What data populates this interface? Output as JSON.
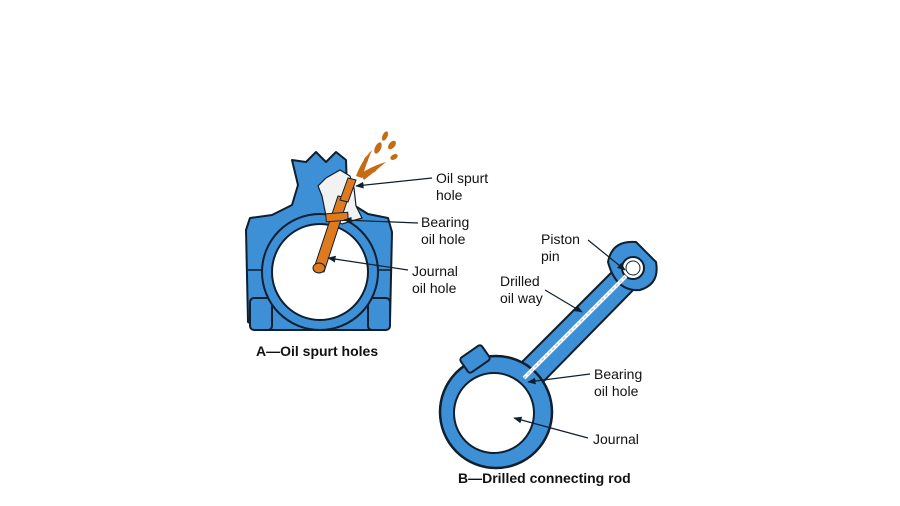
{
  "colors": {
    "part_blue": "#3d8fd6",
    "part_outline": "#0f1f2e",
    "oil": "#e07a1f",
    "fracture": "#f2f2f2",
    "text": "#111111"
  },
  "view_a": {
    "caption": "A—Oil spurt holes",
    "labels": {
      "oil_spurt_hole": [
        "Oil spurt",
        "hole"
      ],
      "bearing_oil_hole": [
        "Bearing",
        "oil hole"
      ],
      "journal_oil_hole": [
        "Journal",
        "oil hole"
      ]
    }
  },
  "view_b": {
    "caption": "B—Drilled connecting rod",
    "labels": {
      "piston_pin": [
        "Piston",
        "pin"
      ],
      "drilled_oil_way": [
        "Drilled",
        "oil way"
      ],
      "bearing_oil_hole": [
        "Bearing",
        "oil hole"
      ],
      "journal": [
        "Journal"
      ]
    }
  }
}
